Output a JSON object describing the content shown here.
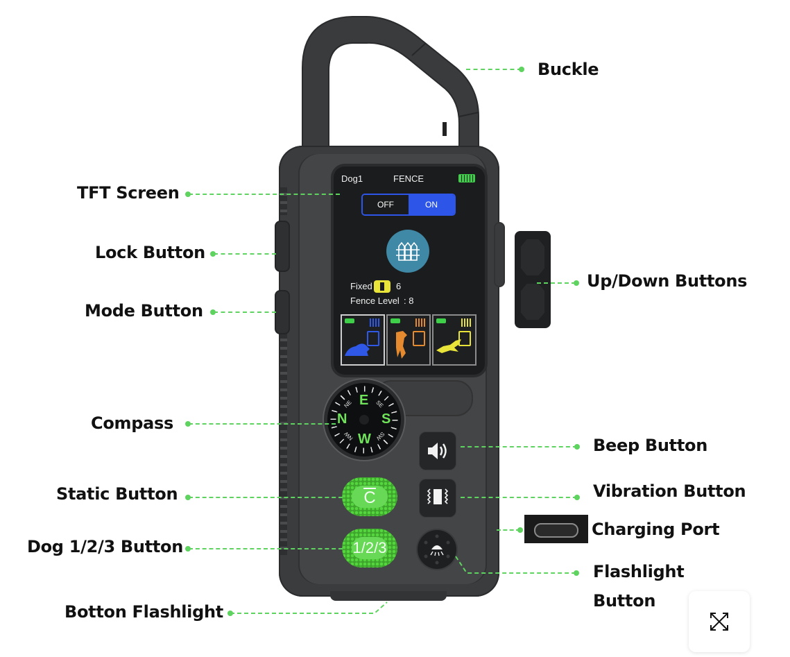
{
  "labels": {
    "buckle": "Buckle",
    "tft_screen": "TFT Screen",
    "lock_button": "Lock Button",
    "mode_button": "Mode Button",
    "up_down_buttons": "Up/Down Buttons",
    "compass": "Compass",
    "beep_button": "Beep Button",
    "static_button": "Static Button",
    "vibration_button": "Vibration Button",
    "charging_port": "Charging Port",
    "dog_button": "Dog 1/2/3 Button",
    "flashlight_button_line1": "Flashlight",
    "flashlight_button_line2": "Button",
    "bottom_flashlight": "Botton Flashlight"
  },
  "screen": {
    "dog": "Dog1",
    "mode": "FENCE",
    "toggle_off": "OFF",
    "toggle_on": "ON",
    "fixed_label": "Fixed",
    "fixed_value": "6",
    "fence_level_label": "Fence Level",
    "fence_level_value": ": 8",
    "dogs": [
      {
        "name": "dog-1",
        "color": "#2f58e6"
      },
      {
        "name": "dog-2",
        "color": "#e58a2e"
      },
      {
        "name": "dog-3",
        "color": "#e8e43a"
      }
    ]
  },
  "compass": {
    "n": "N",
    "e": "E",
    "s": "S",
    "w": "W",
    "ne": "NE",
    "se": "SE",
    "sw": "SW",
    "nw": "NW"
  },
  "buttons": {
    "static_glyph": "C",
    "dog_select": "1/2/3"
  },
  "colors": {
    "accent_green": "#5fd35f",
    "button_green": "#67d957",
    "toggle_blue": "#2d55e8",
    "device_body": "#3b3c3e"
  }
}
